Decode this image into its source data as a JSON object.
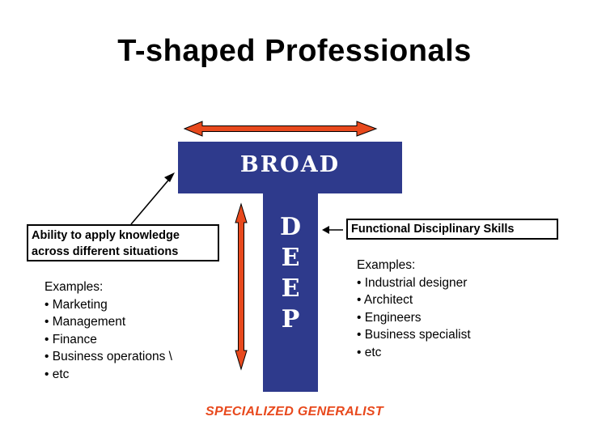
{
  "title": "T-shaped Professionals",
  "t_shape": {
    "broad_label": "BROAD",
    "deep_letters": [
      "D",
      "E",
      "E",
      "P"
    ]
  },
  "left": {
    "box_lines": [
      "Ability to apply knowledge",
      "across different situations"
    ],
    "examples_heading": "Examples:",
    "examples": [
      "• Marketing",
      "• Management",
      "• Finance",
      "• Business operations \\",
      "• etc"
    ]
  },
  "right": {
    "box_label": "Functional Disciplinary Skills",
    "examples_heading": "Examples:",
    "examples": [
      "• Industrial designer",
      "• Architect",
      "• Engineers",
      "• Business specialist",
      "• etc"
    ]
  },
  "footer": "SPECIALIZED GENERALIST",
  "colors": {
    "t_fill": "#2e3a8c",
    "arrow_fill": "#e8491d",
    "footer_text": "#e8491d"
  }
}
